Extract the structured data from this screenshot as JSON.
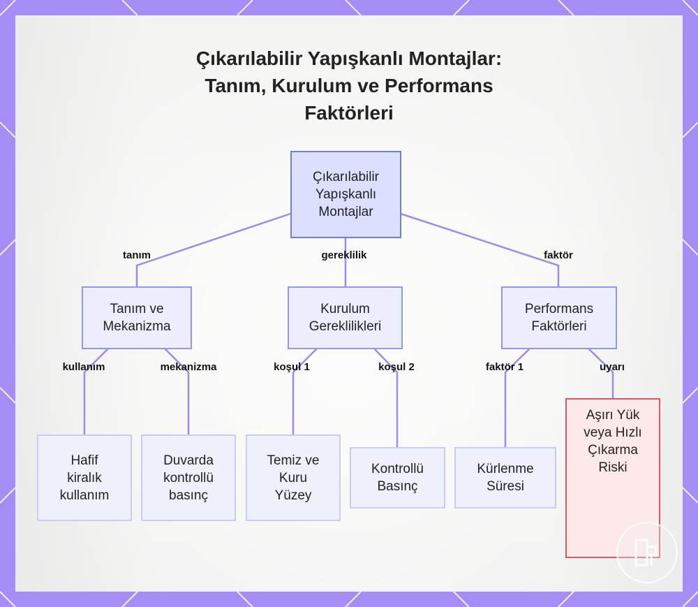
{
  "title": {
    "line1": "Çıkarılabilir Yapışkanlı Montajlar:",
    "line2": "Tanım, Kurulum ve Performans",
    "line3": "Faktörleri"
  },
  "nodes": {
    "root": {
      "l1": "Çıkarılabilir",
      "l2": "Yapışkanlı",
      "l3": "Montajlar"
    },
    "definition": {
      "l1": "Tanım ve",
      "l2": "Mekanizma"
    },
    "installation": {
      "l1": "Kurulum",
      "l2": "Gereklilikleri"
    },
    "performance": {
      "l1": "Performans",
      "l2": "Faktörleri"
    },
    "light_rental": {
      "l1": "Hafif",
      "l2": "kiralık",
      "l3": "kullanım"
    },
    "wall_pressure": {
      "l1": "Duvarda",
      "l2": "kontrollü",
      "l3": "basınç"
    },
    "clean_surface": {
      "l1": "Temiz ve",
      "l2": "Kuru",
      "l3": "Yüzey"
    },
    "controlled_pressure": {
      "l1": "Kontrollü",
      "l2": "Basınç"
    },
    "curing_time": {
      "l1": "Kürlenme",
      "l2": "Süresi"
    },
    "overload_risk": {
      "l1": "Aşırı Yük",
      "l2": "veya Hızlı",
      "l3": "Çıkarma",
      "l4": "Riski"
    }
  },
  "edges": {
    "tanim": "tanım",
    "gereklilik": "gereklilik",
    "faktor": "faktör",
    "kullanim": "kullanım",
    "mekanizma": "mekanizma",
    "kosul1": "koşul 1",
    "kosul2": "koşul 2",
    "faktor1": "faktör 1",
    "uyari": "uyarı"
  },
  "colors": {
    "frame": "#a48ef5",
    "connector": "#a08ae8",
    "node_border": "#8f9ae3",
    "warning_border": "#d45a64",
    "warning_fill": "#fde9ea"
  },
  "icons": {
    "watermark": "logo-icon"
  }
}
